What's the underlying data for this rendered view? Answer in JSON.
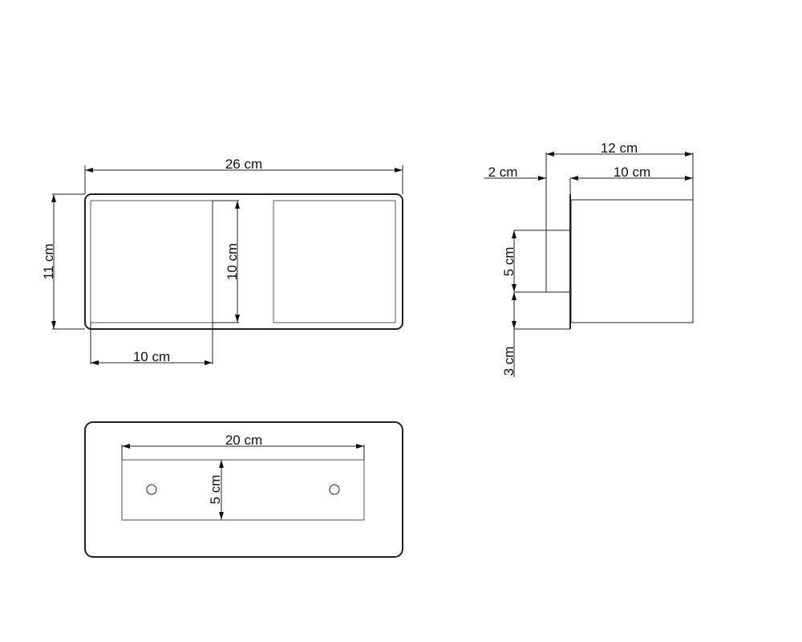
{
  "front_view": {
    "total_width": "26 cm",
    "total_height": "11 cm",
    "cube_height": "10 cm",
    "cube_width": "10 cm"
  },
  "side_view": {
    "total_depth": "12 cm",
    "base_depth": "2 cm",
    "cube_depth": "10 cm",
    "base_height": "5 cm",
    "base_offset": "3 cm"
  },
  "bottom_view": {
    "plate_width": "20 cm",
    "plate_height": "5 cm"
  }
}
